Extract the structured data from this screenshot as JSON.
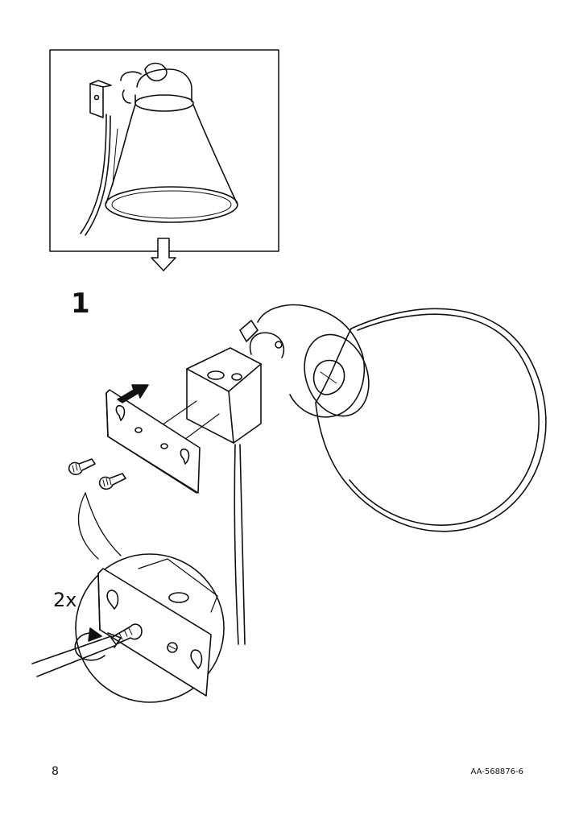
{
  "step": {
    "number": "1"
  },
  "detail": {
    "quantity": "2x"
  },
  "footer": {
    "page_number": "8",
    "document_id": "AA-568876-6"
  }
}
